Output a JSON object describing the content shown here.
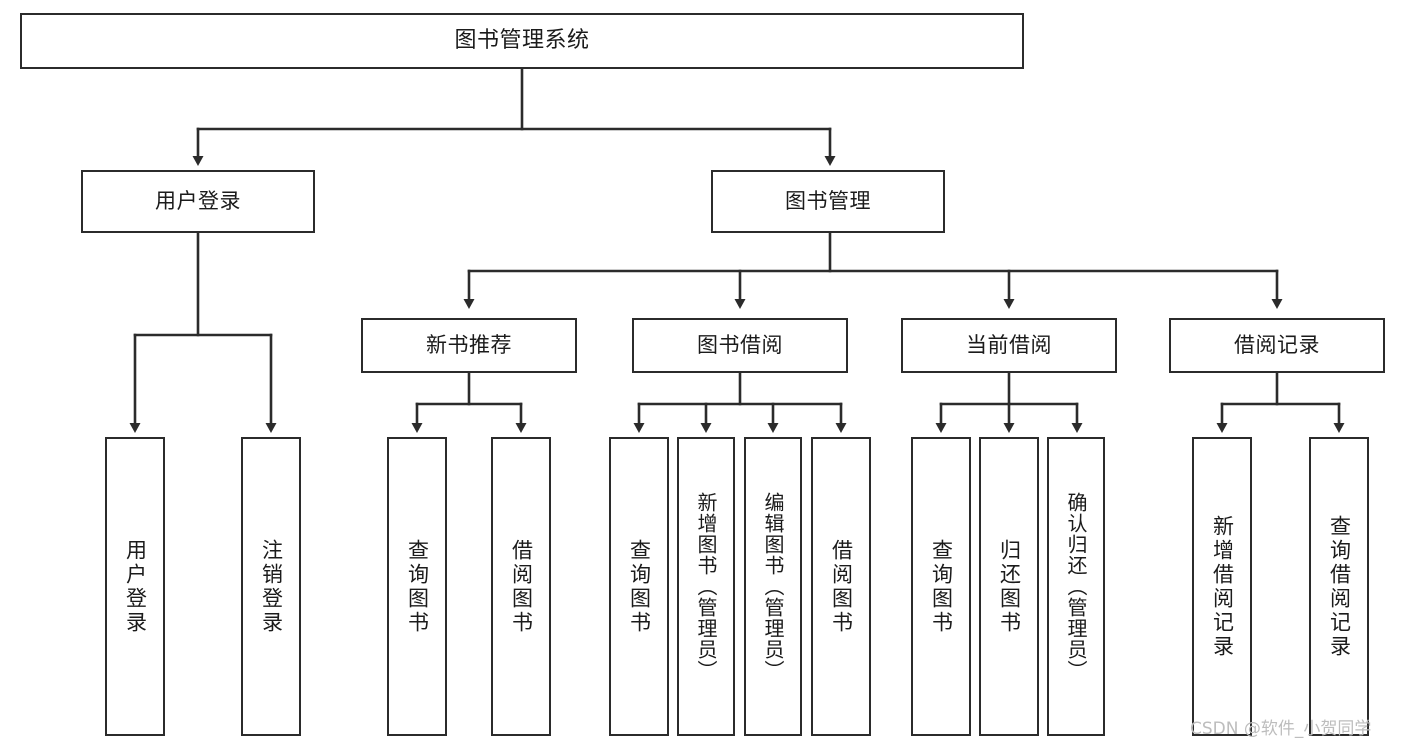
{
  "diagram": {
    "type": "tree-hierarchy-chart",
    "title": "图书管理系统",
    "colors": {
      "box_border": "#2b2b2b",
      "box_fill": "#ffffff",
      "edge": "#2b2b2b",
      "text": "#1b1b1b",
      "background": "#ffffff",
      "watermark": "#bdbdbd"
    },
    "nodes": {
      "root": {
        "label": "图书管理系统"
      },
      "level1": [
        {
          "id": "user-login",
          "label": "用户登录"
        },
        {
          "id": "book-manage",
          "label": "图书管理"
        }
      ],
      "level2": [
        {
          "id": "new-book-recommend",
          "label": "新书推荐"
        },
        {
          "id": "book-borrow",
          "label": "图书借阅"
        },
        {
          "id": "current-borrow",
          "label": "当前借阅"
        },
        {
          "id": "borrow-record",
          "label": "借阅记录"
        }
      ],
      "leaves": {
        "user-login": [
          {
            "id": "leaf-user-login",
            "label": "用户登录"
          },
          {
            "id": "leaf-logout-login",
            "label": "注销登录"
          }
        ],
        "new-book-recommend": [
          {
            "id": "leaf-query-book-1",
            "label": "查询图书"
          },
          {
            "id": "leaf-borrow-book-1",
            "label": "借阅图书"
          }
        ],
        "book-borrow": [
          {
            "id": "leaf-query-book-2",
            "label": "查询图书"
          },
          {
            "id": "leaf-add-book",
            "label": "新增图书（管理员）"
          },
          {
            "id": "leaf-edit-book",
            "label": "编辑图书（管理员）"
          },
          {
            "id": "leaf-borrow-book-2",
            "label": "借阅图书"
          }
        ],
        "current-borrow": [
          {
            "id": "leaf-query-book-3",
            "label": "查询图书"
          },
          {
            "id": "leaf-return-book",
            "label": "归还图书"
          },
          {
            "id": "leaf-confirm-return",
            "label": "确认归还（管理员）"
          }
        ],
        "borrow-record": [
          {
            "id": "leaf-add-record",
            "label": "新增借阅记录"
          },
          {
            "id": "leaf-query-record",
            "label": "查询借阅记录"
          }
        ]
      }
    },
    "watermark": "CSDN @软件_小贺同学"
  }
}
